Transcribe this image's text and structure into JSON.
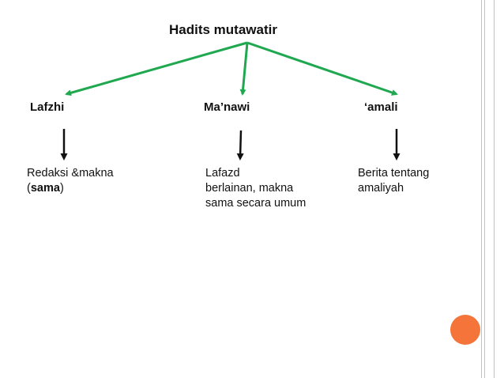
{
  "diagram": {
    "title": "Hadits mutawatir",
    "nodes": [
      {
        "label": "Lafzhi",
        "desc_lines": [
          "Redaksi &makna"
        ],
        "desc_open": "(",
        "desc_bold": "sama",
        "desc_close": ")"
      },
      {
        "label": "Ma’nawi",
        "desc_lines": [
          "Lafazd",
          "berlainan, makna",
          "sama secara umum"
        ]
      },
      {
        "label": "‘amali",
        "desc_lines": [
          "Berita tentang",
          "amaliyah"
        ]
      }
    ]
  },
  "colors": {
    "green_arrow": "#1fa84f",
    "black_arrow": "#111111",
    "accent_dot": "#f4743a",
    "frame_lines": "#f2b38f"
  }
}
